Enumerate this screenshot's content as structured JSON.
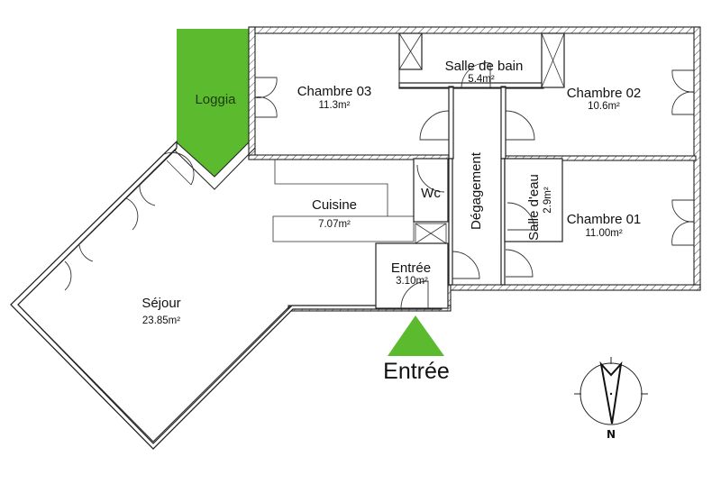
{
  "plan": {
    "colors": {
      "loggia_fill": "#5cba2f",
      "entry_arrow": "#5cba2f",
      "wall_stroke": "#222222",
      "background": "#ffffff"
    },
    "rooms": {
      "loggia": {
        "name": "Loggia"
      },
      "chambre03": {
        "name": "Chambre 03",
        "area": "11.3m²"
      },
      "salle_de_bain": {
        "name": "Salle de bain",
        "area": "5.4m²"
      },
      "chambre02": {
        "name": "Chambre 02",
        "area": "10.6m²"
      },
      "cuisine": {
        "name": "Cuisine",
        "area": "7.07m²"
      },
      "wc": {
        "name": "Wc"
      },
      "degagement": {
        "name": "Dégagement"
      },
      "salle_deau": {
        "name": "Salle d'eau",
        "area": "2.9m²"
      },
      "chambre01": {
        "name": "Chambre 01",
        "area": "11.00m²"
      },
      "entree": {
        "name": "Entrée",
        "area": "3.10m²"
      },
      "sejour": {
        "name": "Séjour",
        "area": "23.85m²"
      }
    },
    "entry_marker": {
      "label": "Entrée",
      "icon": "triangle-up-icon"
    },
    "compass": {
      "label": "N",
      "icon": "north-arrow-icon"
    }
  }
}
